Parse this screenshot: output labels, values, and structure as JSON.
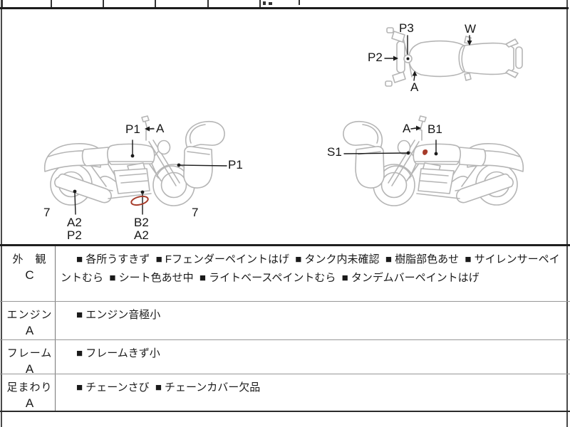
{
  "diagrams": {
    "top_view": {
      "labels": [
        {
          "id": "P3",
          "text": "P3"
        },
        {
          "id": "W",
          "text": "W"
        },
        {
          "id": "P2",
          "text": "P2"
        },
        {
          "id": "A",
          "text": "A"
        }
      ]
    },
    "left_side": {
      "labels": [
        {
          "id": "P1-tank",
          "text": "P1"
        },
        {
          "id": "A-handle",
          "text": "A"
        },
        {
          "id": "P1-fender",
          "text": "P1"
        },
        {
          "id": "7-rear",
          "text": "7"
        },
        {
          "id": "A2-muffler",
          "text": "A2"
        },
        {
          "id": "P2-muffler",
          "text": "P2"
        },
        {
          "id": "B2-engine",
          "text": "B2"
        },
        {
          "id": "A2-engine",
          "text": "A2"
        },
        {
          "id": "7-front",
          "text": "7"
        }
      ]
    },
    "right_side": {
      "labels": [
        {
          "id": "S1-front",
          "text": "S1"
        },
        {
          "id": "A-handle",
          "text": "A"
        },
        {
          "id": "B1-tank",
          "text": "B1"
        }
      ]
    }
  },
  "inspection": {
    "bullet": "■",
    "rows": [
      {
        "category": "外　観",
        "grade": "C",
        "items": [
          "各所うすきず",
          "Fフェンダーペイントはげ",
          "タンク内未確認",
          "樹脂部色あせ",
          "サイレンサーペイントむら",
          "シート色あせ中",
          "ライトベースペイントむら",
          "タンデムバーペイントはげ"
        ]
      },
      {
        "category": "エンジン",
        "grade": "A",
        "items": [
          "エンジン音極小"
        ]
      },
      {
        "category": "フレーム",
        "grade": "A",
        "items": [
          "フレームきず小"
        ]
      },
      {
        "category": "足まわり",
        "grade": "A",
        "items": [
          "チェーンさび",
          "チェーンカバー欠品"
        ]
      }
    ]
  },
  "colors": {
    "annotation_red": "#a63b2a",
    "diagram_line_gray": "#b5b5b5",
    "ink": "#1a1a1a"
  }
}
